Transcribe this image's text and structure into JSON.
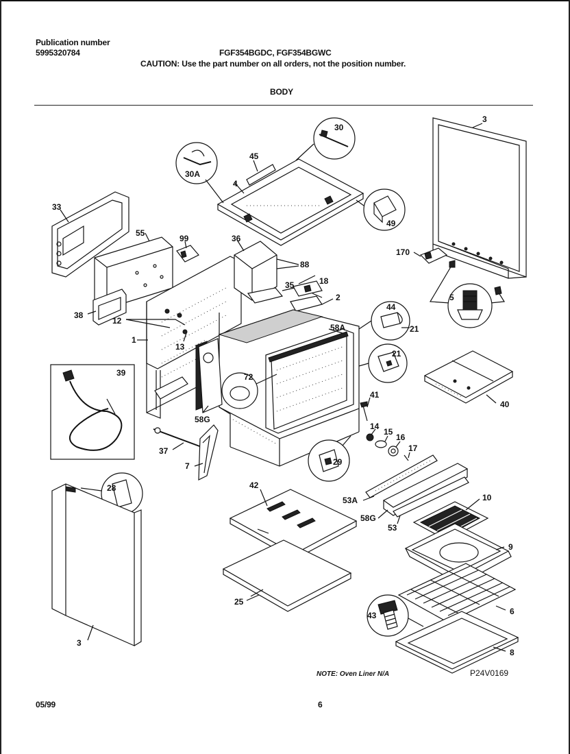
{
  "header": {
    "publication_label": "Publication number",
    "publication_number": "5995320784",
    "models": "FGF354BGDC, FGF354BGWC",
    "caution": "CAUTION:  Use the part number on all orders, not the position number.",
    "section": "BODY"
  },
  "footer": {
    "date": "05/99",
    "page": "6",
    "note": "NOTE: Oven Liner N/A",
    "drawing_code": "P24V0169"
  },
  "callouts": [
    "30",
    "30A",
    "45",
    "4",
    "49",
    "3",
    "33",
    "55",
    "99",
    "36",
    "88",
    "18",
    "35",
    "2",
    "170",
    "5",
    "44",
    "21",
    "58A",
    "21",
    "38",
    "12",
    "1",
    "13",
    "72",
    "58G",
    "41",
    "14",
    "15",
    "16",
    "17",
    "39",
    "37",
    "7",
    "29",
    "40",
    "28",
    "42",
    "53A",
    "58G",
    "53",
    "10",
    "9",
    "25",
    "43",
    "6",
    "8",
    "3"
  ]
}
